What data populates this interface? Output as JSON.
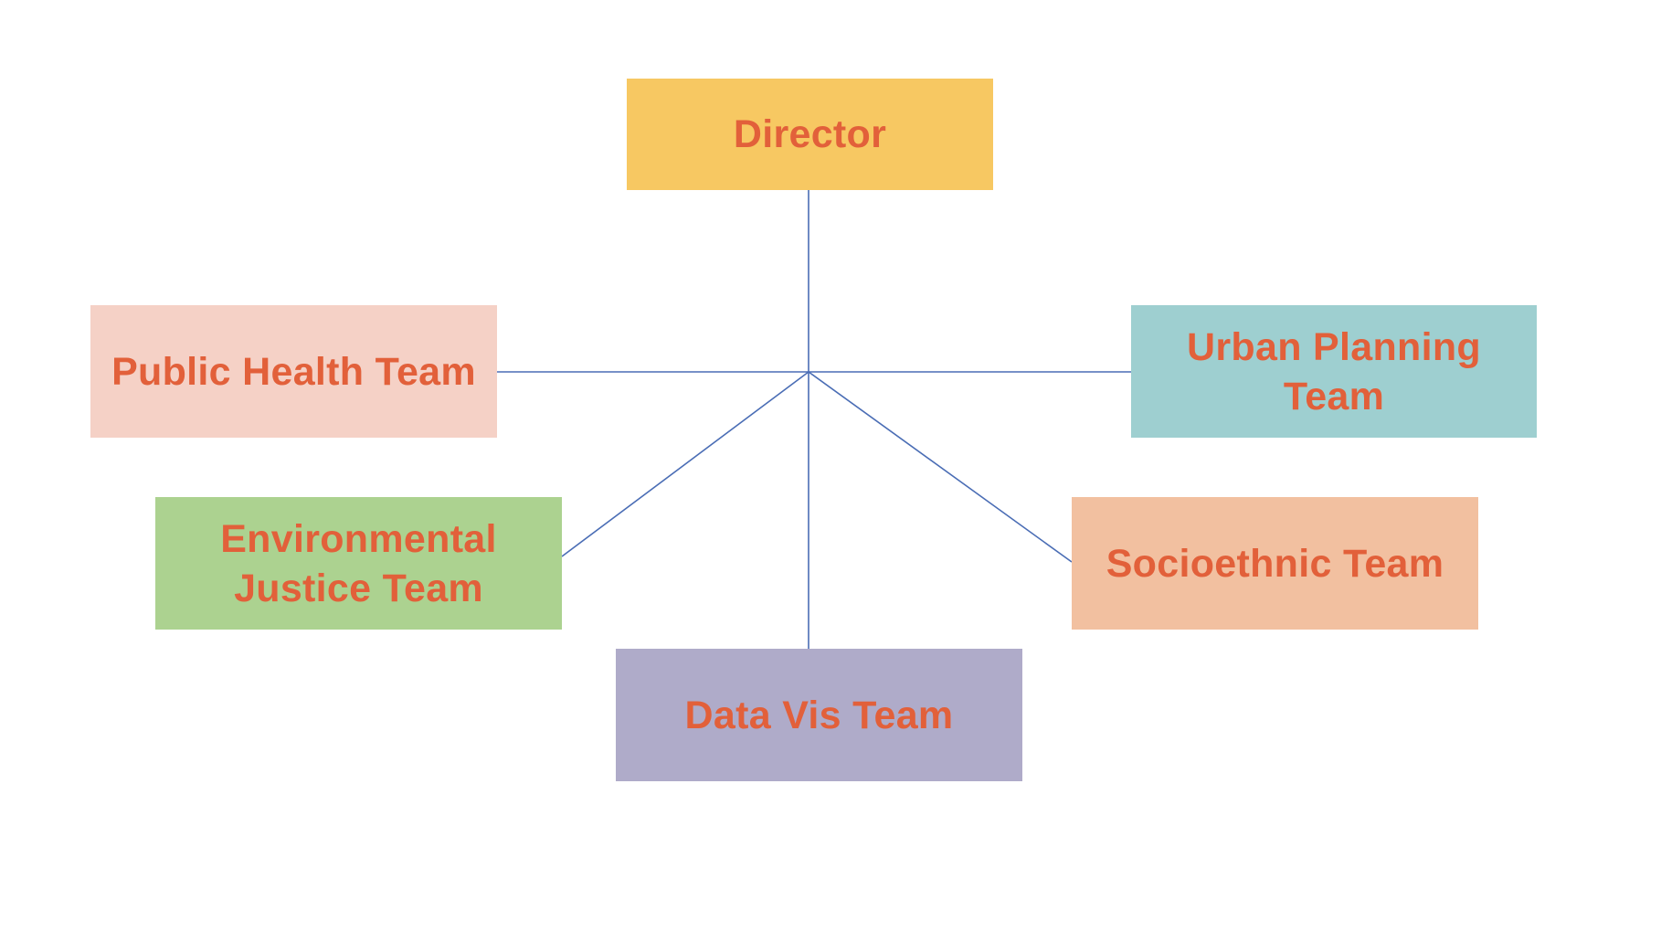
{
  "colors": {
    "text": "#e2603a",
    "connector": "#4a6db5",
    "director": "#f7c862",
    "public_health": "#f5d1c6",
    "urban_planning": "#9ecfd0",
    "environmental_justice": "#acd290",
    "socioethnic": "#f2c0a0",
    "data_vis": "#afabc9"
  },
  "nodes": {
    "director": {
      "label": "Director"
    },
    "public_health": {
      "label": "Public Health Team"
    },
    "urban_planning": {
      "label": "Urban Planning Team"
    },
    "environmental_justice": {
      "label": "Environmental Justice Team"
    },
    "socioethnic": {
      "label": "Socioethnic Team"
    },
    "data_vis": {
      "label": "Data Vis Team"
    }
  },
  "edges": [
    {
      "from": "director",
      "to": "hub"
    },
    {
      "from": "hub",
      "to": "public_health"
    },
    {
      "from": "hub",
      "to": "urban_planning"
    },
    {
      "from": "hub",
      "to": "environmental_justice"
    },
    {
      "from": "hub",
      "to": "socioethnic"
    },
    {
      "from": "hub",
      "to": "data_vis"
    }
  ]
}
